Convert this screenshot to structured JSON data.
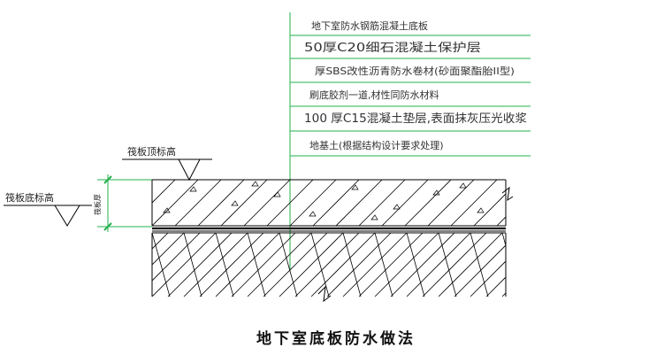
{
  "drawing": {
    "title": "地下室底板防水做法",
    "layers": [
      "地下室防水钢筋混凝土底板",
      "50厚C20细石混凝土保护层",
      "厚SBS改性沥青防水卷材(砂面聚酯胎II型)",
      "刷底胶剂一道,材性同防水材料",
      "100 厚C15混凝土垫层,表面抹灰压光收浆",
      "地基土(根据结构设计要求处理)"
    ],
    "raft_top_label": "筏板顶标高",
    "raft_bottom_label": "筏板底标高",
    "thickness_label": "筏板厚",
    "colors": {
      "leader_green": "#22b04b",
      "line": "#000000",
      "text_dark": "#222222",
      "background": "#ffffff"
    }
  }
}
